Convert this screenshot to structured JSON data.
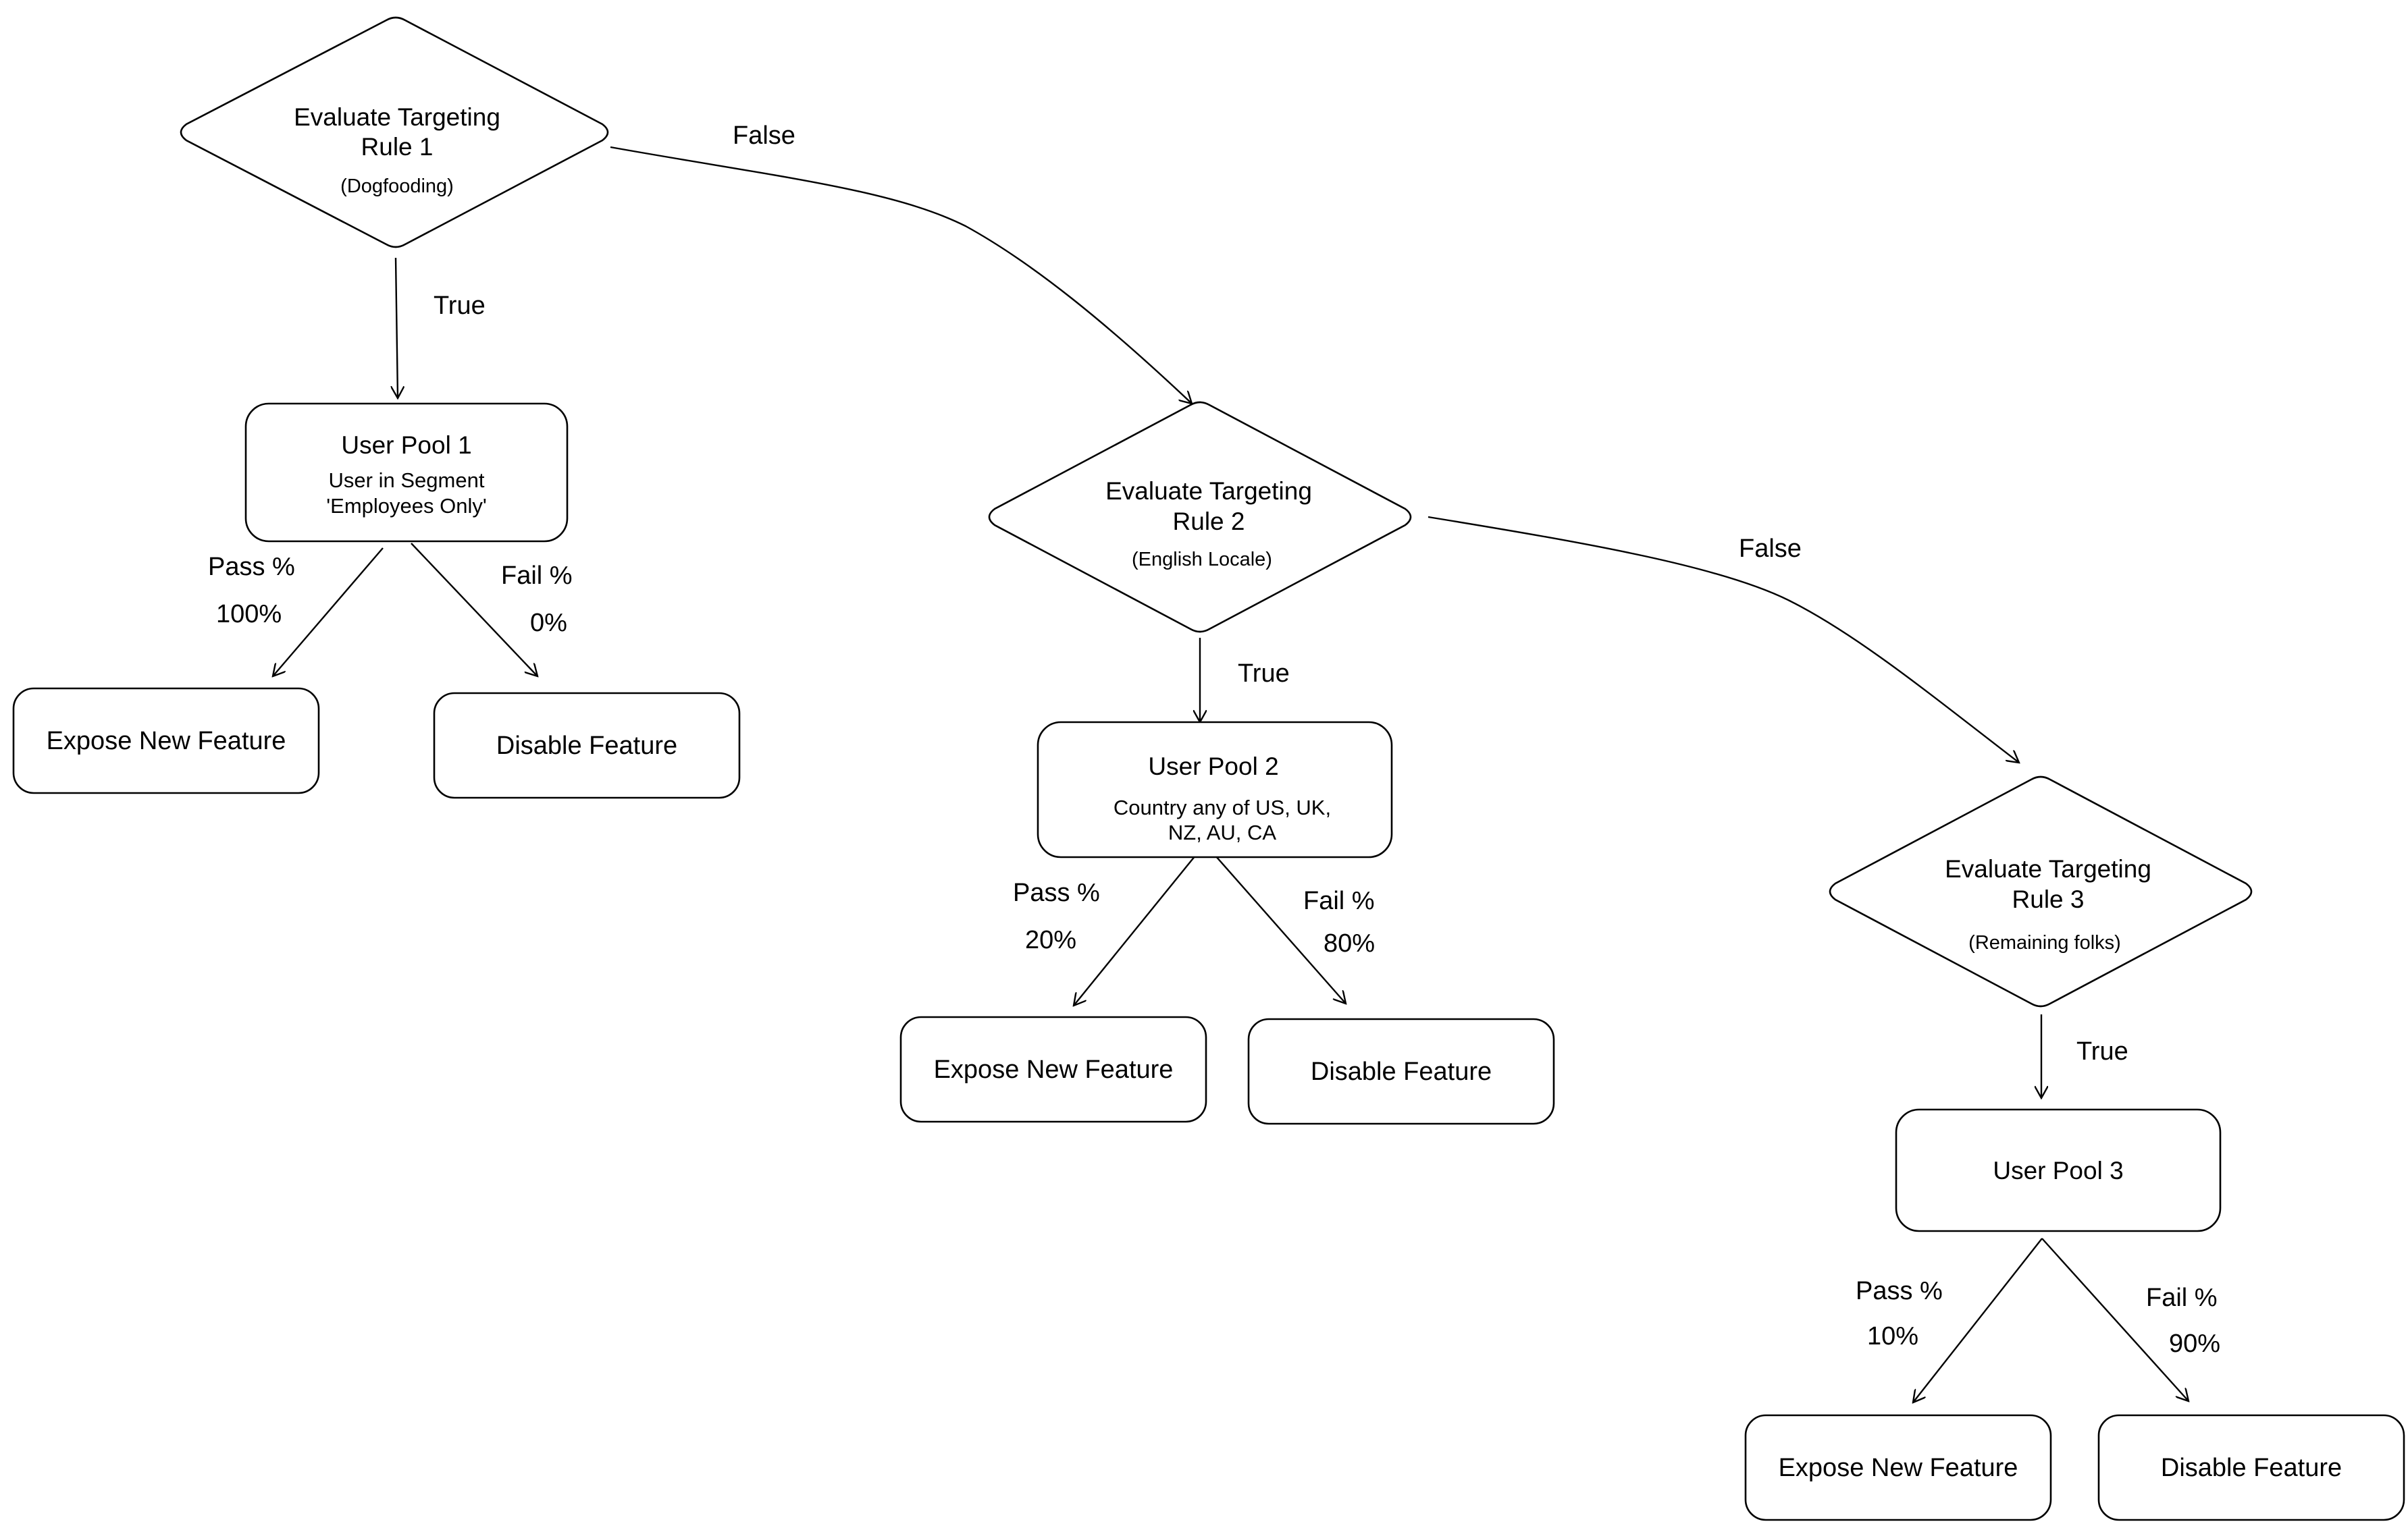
{
  "rules": [
    {
      "title_line1": "Evaluate Targeting",
      "title_line2": "Rule 1",
      "note": "(Dogfooding)"
    },
    {
      "title_line1": "Evaluate Targeting",
      "title_line2": "Rule 2",
      "note": "(English Locale)"
    },
    {
      "title_line1": "Evaluate Targeting",
      "title_line2": "Rule 3",
      "note": "(Remaining folks)"
    }
  ],
  "pools": [
    {
      "title": "User Pool 1",
      "detail_line1": "User in Segment",
      "detail_line2": "'Employees Only'",
      "pass_label": "Pass %",
      "pass_value": "100%",
      "fail_label": "Fail %",
      "fail_value": "0%"
    },
    {
      "title": "User Pool 2",
      "detail_line1": "Country any of US, UK,",
      "detail_line2": "NZ, AU, CA",
      "pass_label": "Pass %",
      "pass_value": "20%",
      "fail_label": "Fail %",
      "fail_value": "80%"
    },
    {
      "title": "User Pool 3",
      "detail_line1": "",
      "detail_line2": "",
      "pass_label": "Pass %",
      "pass_value": "10%",
      "fail_label": "Fail %",
      "fail_value": "90%"
    }
  ],
  "outcomes": {
    "expose": "Expose New Feature",
    "disable": "Disable Feature"
  },
  "edge_labels": {
    "true_label": "True",
    "false_label": "False"
  }
}
